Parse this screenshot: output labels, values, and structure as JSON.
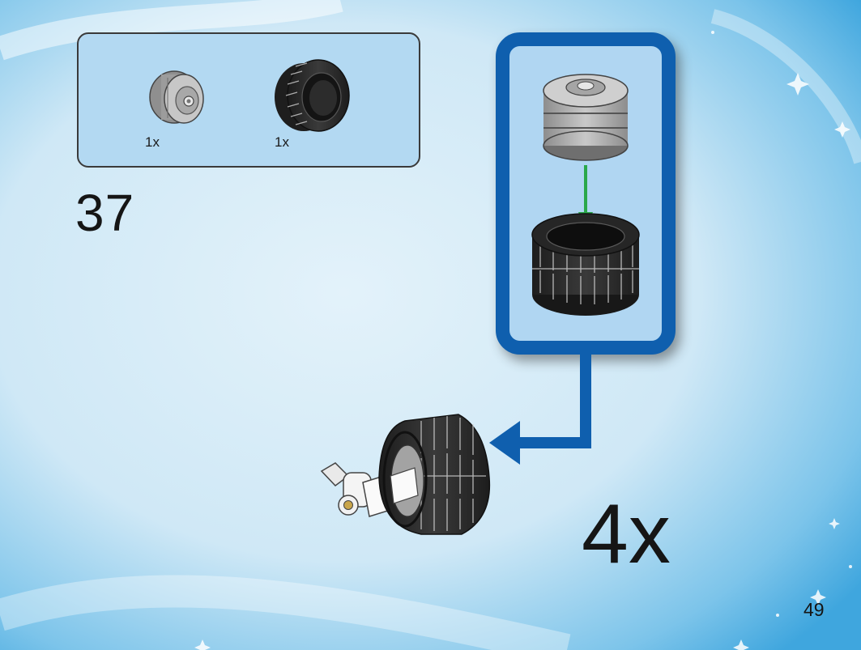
{
  "step": {
    "number": "37",
    "multiplier": "4x"
  },
  "parts_list": {
    "items": [
      {
        "part": "wheel-hub",
        "quantity": "1x"
      },
      {
        "part": "tire",
        "quantity": "1x"
      }
    ]
  },
  "page": {
    "number": "49"
  },
  "colors": {
    "callout_border": "#0f5fae",
    "callout_fill": "#b0d6f2",
    "parts_box_fill": "#b3d9f2",
    "arrow_green": "#2aa84a",
    "tire_black": "#2b2b2b",
    "hub_gray": "#a9a9a9"
  }
}
